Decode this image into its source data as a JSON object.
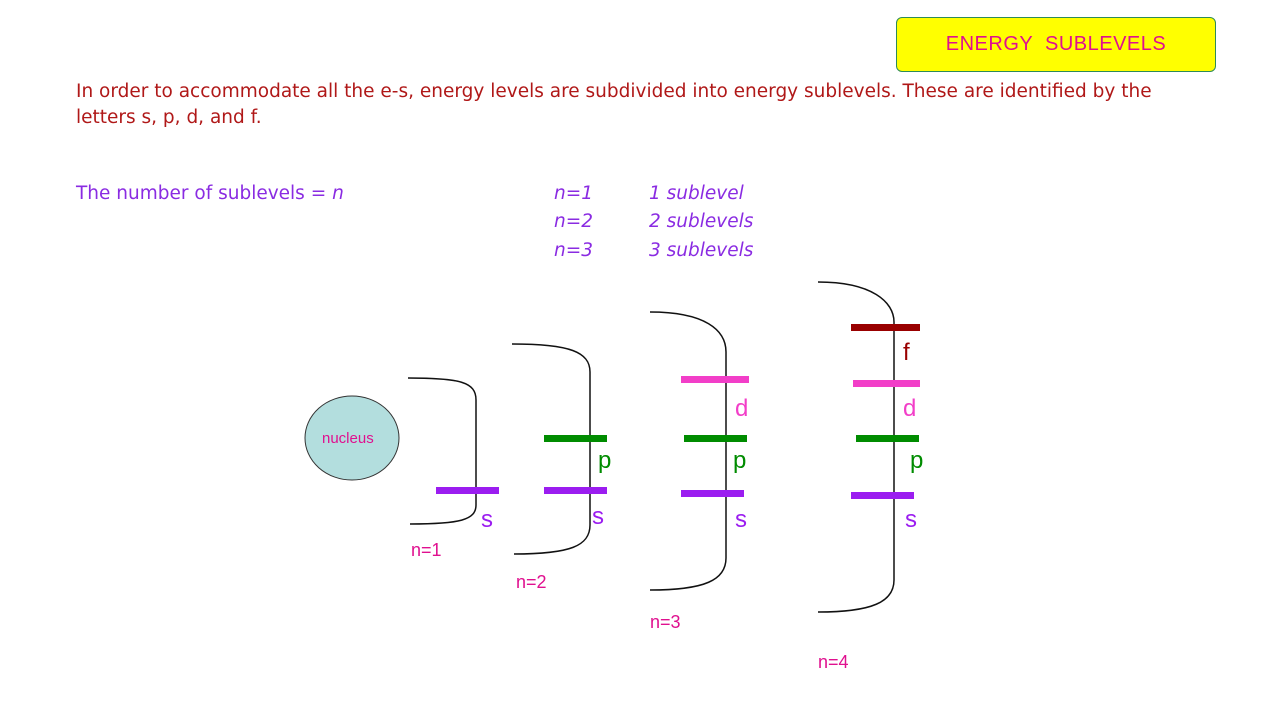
{
  "title": "ENERGY  SUBLEVELS",
  "intro_text": "In order to accommodate all the e-s, energy levels are subdivided into energy sublevels. These are identified by the letters s, p, d, and f.",
  "rule": {
    "label": "The number of sublevels = ",
    "variable": "n",
    "rows": [
      {
        "n": "n=1",
        "count": "1 sublevel"
      },
      {
        "n": "n=2",
        "count": "2 sublevels"
      },
      {
        "n": "n=3",
        "count": "3 sublevels"
      }
    ]
  },
  "nucleus_label": "nucleus",
  "colors": {
    "title_bg": "#ffff00",
    "title_text": "#e0108f",
    "intro_text": "#b01818",
    "rule_text": "#8a2be2",
    "s": "#9b1df0",
    "p": "#008c00",
    "d": "#f23ec8",
    "f": "#990000",
    "nucleus_fill": "#b3dede",
    "level_label": "#e0108f"
  },
  "levels": [
    {
      "label": "n=1",
      "sublevels": [
        "s"
      ]
    },
    {
      "label": "n=2",
      "sublevels": [
        "s",
        "p"
      ]
    },
    {
      "label": "n=3",
      "sublevels": [
        "s",
        "p",
        "d"
      ]
    },
    {
      "label": "n=4",
      "sublevels": [
        "s",
        "p",
        "d",
        "f"
      ]
    }
  ]
}
